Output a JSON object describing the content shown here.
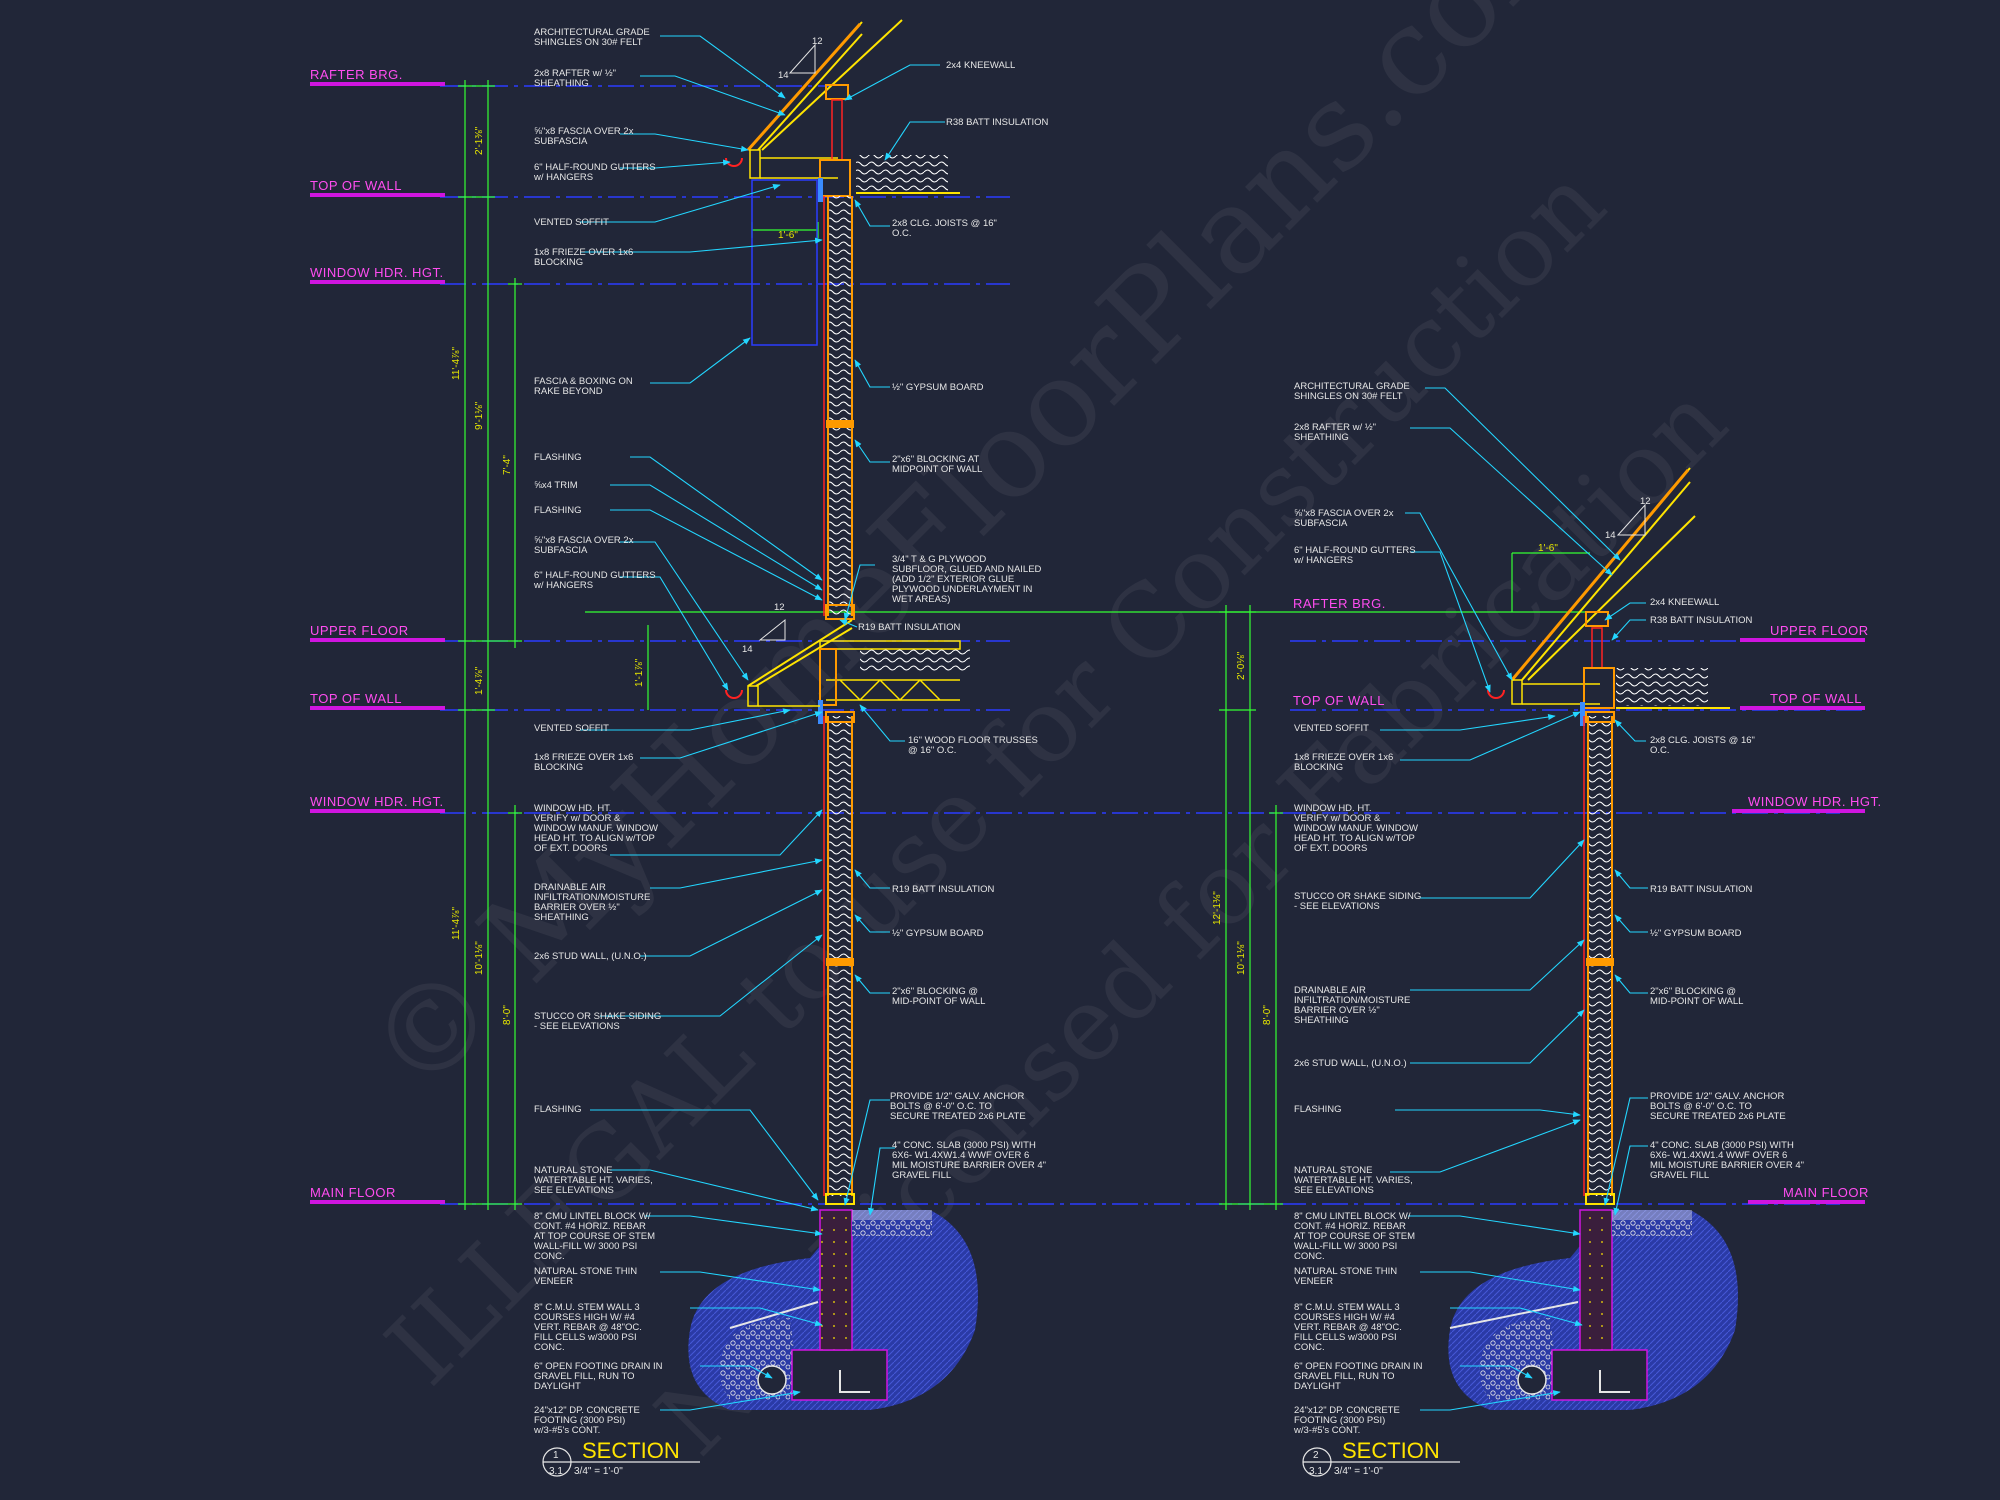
{
  "colors": {
    "background": "#212638",
    "level_label": "#ff4df0",
    "level_bar": "#d015e0",
    "level_line": "#2a3cff",
    "leader": "#23d6ff",
    "dimension": "#33ff33",
    "note": "#e6e6e6",
    "title": "#ffe400",
    "stud": "#ffffff",
    "framing": "#ff9a00",
    "earth": "#2d3fb8"
  },
  "watermark": {
    "line1": "© MyHomeFloorPlans.com",
    "line2": "ILLEGAL to use for Construction",
    "line3": "Not Licensed for Fabrication"
  },
  "section1": {
    "levels": {
      "rafter_brg": "RAFTER BRG.",
      "top_of_wall": "TOP OF WALL",
      "window_hdr": "WINDOW HDR. HGT.",
      "upper_floor": "UPPER FLOOR",
      "top_of_wall_2": "TOP OF WALL",
      "window_hdr_2": "WINDOW HDR. HGT.",
      "main_floor": "MAIN FLOOR"
    },
    "dims": {
      "d1": "2'-1⅜\"",
      "d2": "11'-4⅞\"",
      "d3": "9'-1⅛\"",
      "d4": "7'-4\"",
      "d5": "1'-4⅞\"",
      "d6": "1'-1⅞\"",
      "d7": "11'-4⅞\"",
      "d8": "10'-1⅛\"",
      "d9": "8'-0\"",
      "overhang": "1'-6\""
    },
    "slope": {
      "rise": "12",
      "run": "14",
      "rise2": "12",
      "run2": "14"
    },
    "left_notes": [
      {
        "l1": "ARCHITECTURAL GRADE",
        "l2": "SHINGLES ON 30# FELT"
      },
      {
        "l1": "2x8 RAFTER w/ ½\"",
        "l2": "SHEATHING"
      },
      {
        "l1": "⅝\"x8 FASCIA OVER 2x",
        "l2": "SUBFASCIA"
      },
      {
        "l1": "6\" HALF-ROUND  GUTTERS",
        "l2": "w/ HANGERS"
      },
      {
        "l1": "VENTED SOFFIT",
        "l2": ""
      },
      {
        "l1": "1x8 FRIEZE OVER 1x6",
        "l2": "BLOCKING"
      },
      {
        "l1": "FASCIA & BOXING ON",
        "l2": "RAKE BEYOND"
      },
      {
        "l1": "FLASHING",
        "l2": ""
      },
      {
        "l1": "⅝x4 TRIM",
        "l2": ""
      },
      {
        "l1": "FLASHING",
        "l2": ""
      },
      {
        "l1": "⅝\"x8 FASCIA OVER 2x",
        "l2": "SUBFASCIA"
      },
      {
        "l1": "6\" HALF-ROUND  GUTTERS",
        "l2": "w/ HANGERS"
      },
      {
        "l1": "VENTED SOFFIT",
        "l2": ""
      },
      {
        "l1": "1x8 FRIEZE OVER 1x6",
        "l2": "BLOCKING"
      }
    ],
    "window_note": [
      "WINDOW HD. HT.",
      "VERIFY w/ DOOR &",
      "WINDOW MANUF. WINDOW",
      "HEAD HT. TO ALIGN w/TOP",
      "OF EXT. DOORS"
    ],
    "drainable_note": [
      "DRAINABLE AIR",
      "INFILTRATION/MOISTURE",
      "BARRIER OVER ½\"",
      "SHEATHING"
    ],
    "stud_note": "2x6 STUD WALL, (U.N.O.)",
    "stucco_note": [
      "STUCCO OR SHAKE SIDING",
      "- SEE ELEVATIONS"
    ],
    "flashing_low": "FLASHING",
    "stone_note": [
      "NATURAL STONE",
      "WATERTABLE HT. VARIES,",
      "SEE ELEVATIONS"
    ],
    "cmu_lintel": [
      "8\" CMU LINTEL BLOCK W/",
      "CONT. #4 HORIZ. REBAR",
      "AT TOP COURSE OF STEM",
      "WALL-FILL W/ 3000 PSI",
      "CONC."
    ],
    "veneer": [
      "NATURAL STONE THIN",
      "VENEER"
    ],
    "stem_wall": [
      "8\" C.M.U. STEM WALL 3",
      "COURSES HIGH W/ #4",
      "VERT. REBAR @ 48\"OC.",
      "FILL CELLS w/3000 PSI",
      "CONC."
    ],
    "drain": [
      "6\" OPEN FOOTING DRAIN IN",
      "GRAVEL FILL, RUN TO",
      "DAYLIGHT"
    ],
    "footing": [
      "24\"x12\" DP. CONCRETE",
      "FOOTING (3000 PSI)",
      "w/3-#5's CONT."
    ],
    "right_notes": {
      "kneewall": "2x4 KNEEWALL",
      "r38": "R38 BATT INSULATION",
      "clg_joists": [
        "2x8 CLG. JOISTS @ 16\"",
        "O.C."
      ],
      "gypsum1": "½\" GYPSUM BOARD",
      "blocking1": [
        "2\"x6\" BLOCKING AT",
        "MIDPOINT OF WALL"
      ],
      "plywood": [
        "3/4\" T & G PLYWOOD",
        "SUBFLOOR, GLUED AND NAILED",
        "(ADD 1/2\" EXTERIOR GLUE",
        "PLYWOOD UNDERLAYMENT IN",
        "WET AREAS)"
      ],
      "r19_floor": "R19 BATT INSULATION",
      "trusses": [
        "16\" WOOD FLOOR TRUSSES",
        "@ 16\" O.C."
      ],
      "r19_wall": "R19 BATT INSULATION",
      "gypsum2": "½\" GYPSUM BOARD",
      "blocking2": [
        "2\"x6\" BLOCKING @",
        "MID-POINT OF WALL"
      ],
      "anchor": [
        "PROVIDE 1/2\" GALV. ANCHOR",
        "BOLTS @ 6'-0\" O.C. TO",
        "SECURE TREATED 2x6 PLATE"
      ],
      "slab": [
        "4\" CONC. SLAB (3000 PSI) WITH",
        "6X6- W1.4XW1.4 WWF OVER 6",
        "MIL MOISTURE BARRIER OVER 4\"",
        "GRAVEL FILL"
      ]
    },
    "title": "SECTION",
    "number": "1",
    "sheet": "3.1",
    "scale": "3/4\" = 1'-0\""
  },
  "section2": {
    "levels": {
      "rafter_brg": "RAFTER BRG.",
      "top_of_wall": "TOP OF WALL",
      "upper_floor": "UPPER FLOOR",
      "top_of_wall_r": "TOP OF WALL",
      "window_hdr": "WINDOW HDR. HGT.",
      "main_floor": "MAIN FLOOR"
    },
    "dims": {
      "d1": "2'-0⅛\"",
      "d2": "12'-1⅜\"",
      "d3": "10'-1⅛\"",
      "d4": "8'-0\"",
      "overhang": "1'-6\""
    },
    "slope": {
      "rise": "12",
      "run": "14"
    },
    "left_notes": [
      {
        "l1": "ARCHITECTURAL GRADE",
        "l2": "SHINGLES ON 30# FELT"
      },
      {
        "l1": "2x8 RAFTER w/ ½\"",
        "l2": "SHEATHING"
      },
      {
        "l1": "⅝\"x8 FASCIA OVER 2x",
        "l2": "SUBFASCIA"
      },
      {
        "l1": "6\" HALF-ROUND  GUTTERS",
        "l2": "w/ HANGERS"
      },
      {
        "l1": "VENTED SOFFIT",
        "l2": ""
      },
      {
        "l1": "1x8 FRIEZE OVER 1x6",
        "l2": "BLOCKING"
      }
    ],
    "window_note": [
      "WINDOW HD. HT.",
      "VERIFY w/ DOOR &",
      "WINDOW MANUF. WINDOW",
      "HEAD HT. TO ALIGN w/TOP",
      "OF EXT. DOORS"
    ],
    "stucco_note": [
      "STUCCO OR SHAKE SIDING",
      "- SEE ELEVATIONS"
    ],
    "drainable_note": [
      "DRAINABLE AIR",
      "INFILTRATION/MOISTURE",
      "BARRIER OVER ½\"",
      "SHEATHING"
    ],
    "stud_note": "2x6 STUD WALL, (U.N.O.)",
    "flashing_low": "FLASHING",
    "stone_note": [
      "NATURAL STONE",
      "WATERTABLE HT. VARIES,",
      "SEE ELEVATIONS"
    ],
    "cmu_lintel": [
      "8\" CMU LINTEL BLOCK W/",
      "CONT. #4 HORIZ. REBAR",
      "AT TOP COURSE OF STEM",
      "WALL-FILL W/ 3000 PSI",
      "CONC."
    ],
    "veneer": [
      "NATURAL STONE THIN",
      "VENEER"
    ],
    "stem_wall": [
      "8\" C.M.U. STEM WALL 3",
      "COURSES HIGH W/ #4",
      "VERT. REBAR @ 48\"OC.",
      "FILL CELLS w/3000 PSI",
      "CONC."
    ],
    "drain": [
      "6\" OPEN FOOTING DRAIN IN",
      "GRAVEL FILL, RUN TO",
      "DAYLIGHT"
    ],
    "footing": [
      "24\"x12\" DP. CONCRETE",
      "FOOTING (3000 PSI)",
      "w/3-#5's CONT."
    ],
    "right_notes": {
      "kneewall": "2x4 KNEEWALL",
      "r38": "R38 BATT INSULATION",
      "clg_joists": [
        "2x8 CLG. JOISTS @ 16\"",
        "O.C."
      ],
      "r19_wall": "R19 BATT INSULATION",
      "gypsum": "½\" GYPSUM BOARD",
      "blocking": [
        "2\"x6\" BLOCKING @",
        "MID-POINT OF WALL"
      ],
      "anchor": [
        "PROVIDE 1/2\" GALV. ANCHOR",
        "BOLTS @ 6'-0\" O.C. TO",
        "SECURE TREATED 2x6 PLATE"
      ],
      "slab": [
        "4\" CONC. SLAB (3000 PSI) WITH",
        "6X6- W1.4XW1.4 WWF OVER 6",
        "MIL MOISTURE BARRIER OVER 4\"",
        "GRAVEL FILL"
      ]
    },
    "title": "SECTION",
    "number": "2",
    "sheet": "3.1",
    "scale": "3/4\" = 1'-0\""
  }
}
